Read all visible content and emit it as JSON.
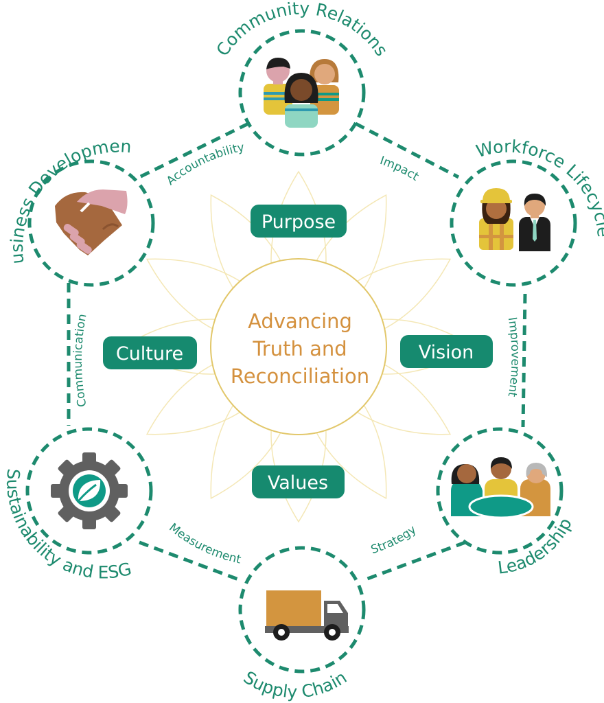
{
  "center": {
    "lines": [
      "Advancing",
      "Truth and",
      "Reconciliation"
    ]
  },
  "pillars": {
    "purpose": "Purpose",
    "vision": "Vision",
    "values": "Values",
    "culture": "Culture"
  },
  "nodes": {
    "community_relations": "Community Relations",
    "workforce_lifecycle": "Workforce Lifecycle",
    "leadership": "Leadership",
    "supply_chain": "Supply Chain",
    "sustainability_esg": "Sustainability and ESG",
    "business_development": "Business Development"
  },
  "links": {
    "accountability": "Accountability",
    "impact": "Impact",
    "improvement": "Improvement",
    "strategy": "Strategy",
    "measurement": "Measurement",
    "communication": "Communication"
  },
  "colors": {
    "green": "#1d8a6e",
    "pill": "#168a6f",
    "gold_text": "#d4913e",
    "gold_ring": "#e2c76a",
    "petal": "#f4e7b5",
    "skin_brown": "#a5683e",
    "skin_pink": "#dba3ac",
    "yellow": "#e4c43a",
    "orange": "#d3953f",
    "teal": "#0f9a87",
    "mint": "#8fd6c2",
    "gray": "#606060",
    "black": "#1d1d1d"
  },
  "icons": {
    "community_relations": "people-group-icon",
    "workforce_lifecycle": "workers-icon",
    "leadership": "meeting-table-icon",
    "supply_chain": "truck-icon",
    "sustainability_esg": "gear-leaf-icon",
    "business_development": "handshake-icon"
  }
}
